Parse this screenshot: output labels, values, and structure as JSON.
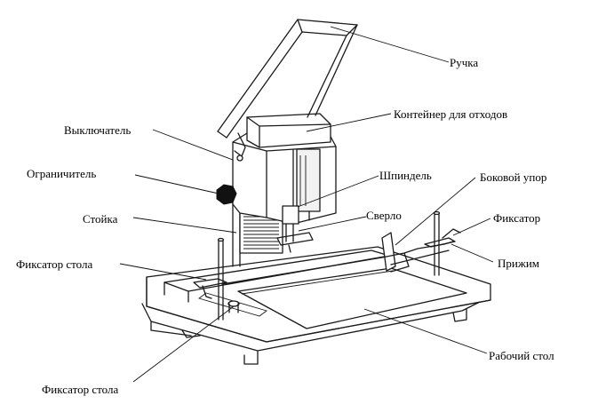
{
  "labels": {
    "handle": "Ручка",
    "waste_container": "Контейнер для отходов",
    "switch": "Выключатель",
    "limiter": "Ограничитель",
    "spindle": "Шпиндель",
    "side_stop": "Боковой упор",
    "post": "Стойка",
    "drill": "Сверло",
    "fixer_right": "Фиксатор",
    "table_fixer_top": "Фиксатор стола",
    "clamp": "Прижим",
    "work_table": "Рабочий стол",
    "table_fixer_bottom": "Фиксатор стола"
  },
  "colors": {
    "ink": "#1a1a1a",
    "background": "#ffffff"
  }
}
